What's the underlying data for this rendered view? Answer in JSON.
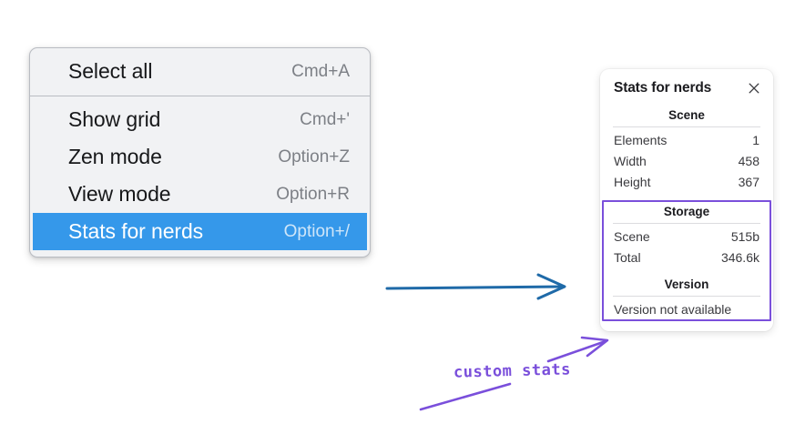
{
  "context_menu": {
    "groups": [
      {
        "items": [
          {
            "label": "Select all",
            "shortcut": "Cmd+A",
            "selected": false
          }
        ]
      },
      {
        "items": [
          {
            "label": "Show grid",
            "shortcut": "Cmd+'",
            "selected": false
          },
          {
            "label": "Zen mode",
            "shortcut": "Option+Z",
            "selected": false
          },
          {
            "label": "View mode",
            "shortcut": "Option+R",
            "selected": false
          },
          {
            "label": "Stats for nerds",
            "shortcut": "Option+/",
            "selected": true
          }
        ]
      }
    ],
    "selected_item": "Stats for nerds",
    "highlight_color": "#3598ea"
  },
  "stats_panel": {
    "title": "Stats for nerds",
    "close_icon": "close-icon",
    "sections": [
      {
        "title": "Scene",
        "rows": [
          {
            "label": "Elements",
            "value": "1"
          },
          {
            "label": "Width",
            "value": "458"
          },
          {
            "label": "Height",
            "value": "367"
          }
        ]
      },
      {
        "title": "Storage",
        "rows": [
          {
            "label": "Scene",
            "value": "515b"
          },
          {
            "label": "Total",
            "value": "346.6k"
          }
        ]
      },
      {
        "title": "Version",
        "note": "Version not available"
      }
    ]
  },
  "annotations": {
    "blue_arrow": {
      "name": "blue-arrow",
      "color": "#1f6aa8",
      "direction": "right"
    },
    "purple_callout": {
      "name": "custom-stats-callout",
      "text": "custom stats",
      "color": "#7a4fdb"
    },
    "purple_highlight_box": {
      "name": "storage-version-highlight",
      "color": "#7a4fdb"
    }
  }
}
